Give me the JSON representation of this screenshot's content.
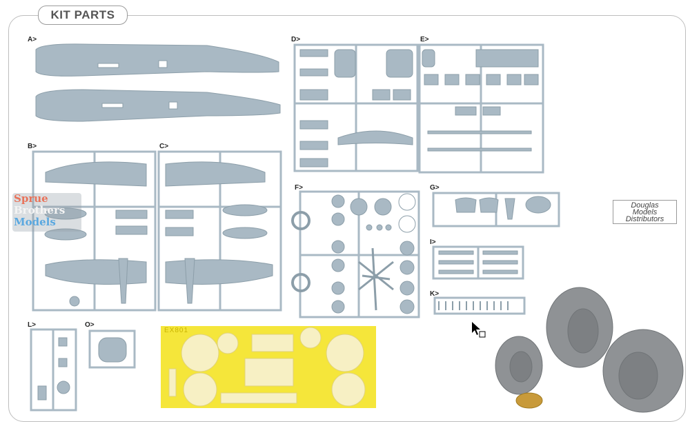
{
  "section_title": "KIT PARTS",
  "sprues": [
    {
      "id": "A",
      "label": "A>"
    },
    {
      "id": "B",
      "label": "B>"
    },
    {
      "id": "C",
      "label": "C>"
    },
    {
      "id": "D",
      "label": "D>"
    },
    {
      "id": "E",
      "label": "E>"
    },
    {
      "id": "F",
      "label": "F>"
    },
    {
      "id": "G",
      "label": "G>"
    },
    {
      "id": "I",
      "label": "I>"
    },
    {
      "id": "K",
      "label": "K>"
    },
    {
      "id": "L",
      "label": "L>"
    },
    {
      "id": "O",
      "label": "O>"
    }
  ],
  "mask_sheet": {
    "code": "EX801"
  },
  "watermark": {
    "line1": "Sprue",
    "line2": "Brothers",
    "line3": "Models"
  },
  "distributor_logo": {
    "line1": "Douglas",
    "line2": "Models",
    "line3": "Distributors"
  },
  "colors": {
    "plastic": "#a9b9c4",
    "plastic_dark": "#8c9ea9",
    "mask": "#f5e63a",
    "mask_part": "#f7f0c4",
    "resin": "#8f9295",
    "pe": "#c89a3a"
  }
}
